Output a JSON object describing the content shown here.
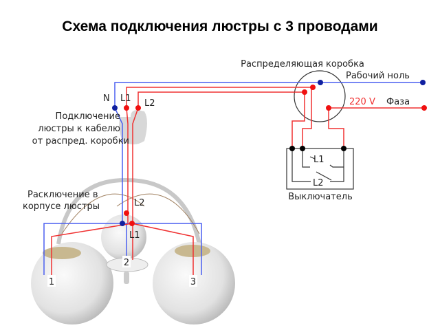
{
  "title": "Схема подключения люстры с 3 проводами",
  "labels": {
    "junction_box": "Распределяющая коробка",
    "neutral": "Рабочий ноль",
    "voltage": "220 V",
    "phase": "Фаза",
    "n": "N",
    "l1": "L1",
    "l2": "L2",
    "cable_line1": "Подключение",
    "cable_line2": "люстры к кабелю",
    "cable_line3": "от распред. коробки",
    "split_line1": "Расключение в",
    "split_line2": "корпусе люстры",
    "switch": "Выключатель",
    "switch_l1": "L1",
    "switch_l2": "L2",
    "lamp1": "1",
    "lamp2": "2",
    "lamp3": "3"
  },
  "colors": {
    "phase": "#f03030",
    "neutral": "#4a5ff0",
    "neutral_dot": "#1020a0"
  }
}
